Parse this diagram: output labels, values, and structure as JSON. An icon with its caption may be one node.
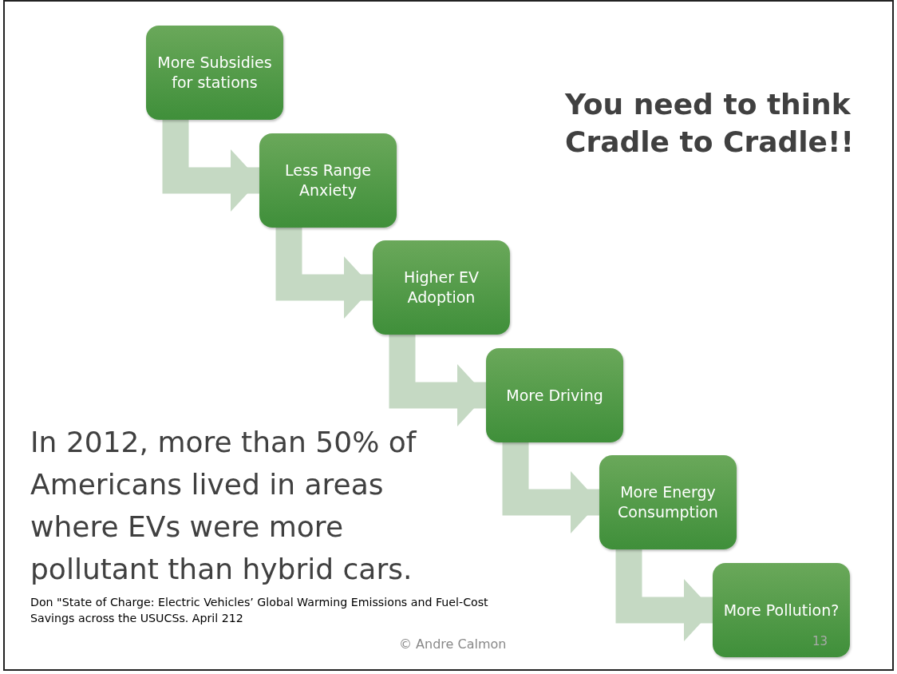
{
  "diagram": {
    "title": "You need to think Cradle to Cradle!!",
    "nodes": [
      {
        "text": [
          "More Subsidies for stations"
        ]
      },
      {
        "text": [
          "Less Range Anxiety"
        ]
      },
      {
        "text": [
          "Higher EV Adoption"
        ]
      },
      {
        "text": [
          "More Driving"
        ]
      },
      {
        "text": [
          "More Energy Consumption"
        ]
      },
      {
        "text": [
          "More Pollution?"
        ]
      }
    ],
    "edges": [
      {
        "from": 0,
        "to": 1,
        "arrow": "to"
      },
      {
        "from": 1,
        "to": 2,
        "arrow": "to"
      },
      {
        "from": 2,
        "to": 3,
        "arrow": "to"
      },
      {
        "from": 3,
        "to": 4,
        "arrow": "to"
      },
      {
        "from": 4,
        "to": 5,
        "arrow": "to"
      }
    ],
    "labels": [
      "In 2012, more than 50% of Americans lived in areas where EVs were more pollutant than hybrid cars.",
      "Don \"State of Charge: Electric Vehicles’ Global Warming Emissions and Fuel-Cost Savings across the USUCSs. April 212",
      "© Andre Calmon",
      "13"
    ]
  }
}
